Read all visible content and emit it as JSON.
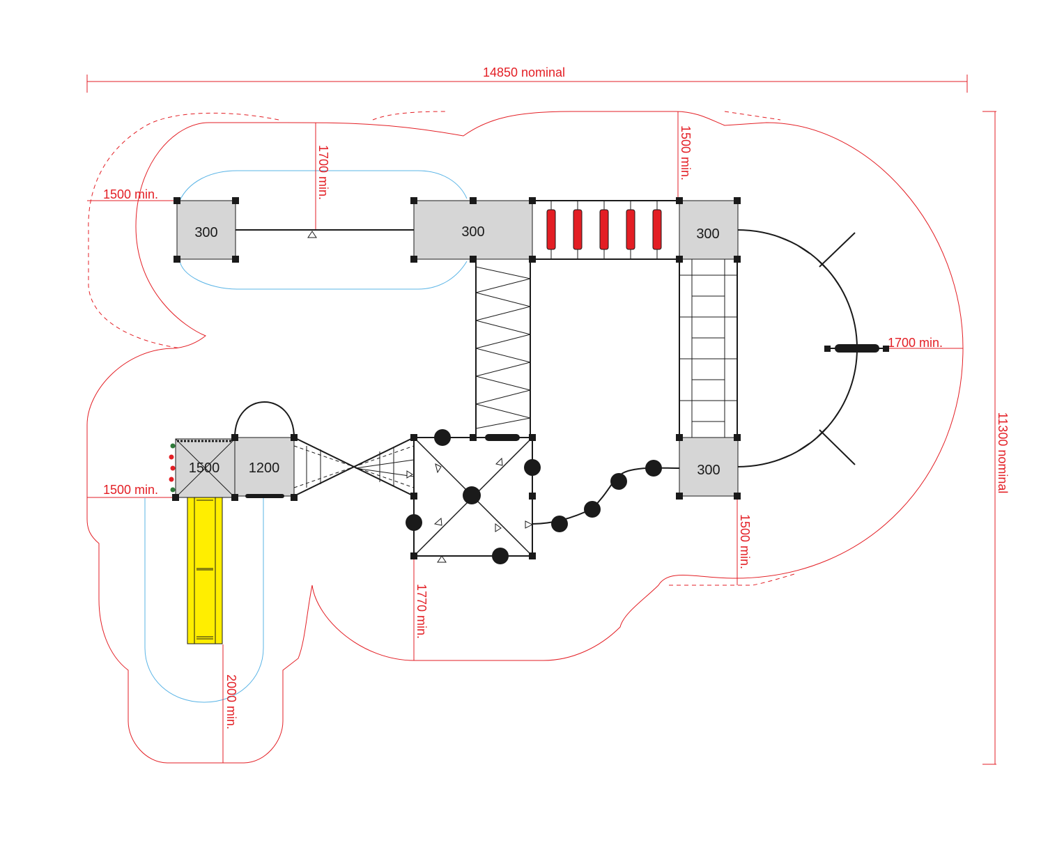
{
  "colors": {
    "safety_zone": "#e31e24",
    "slide_zone": "#5ab4e6",
    "platform_fill": "#d6d6d6",
    "structure": "#1a1a1a",
    "slide": "#ffee00",
    "rungs": "#e31e24"
  },
  "dimensions": {
    "overall_width": "14850 nominal",
    "overall_height": "11300 nominal",
    "top_left_clearance": "1700 min.",
    "left_upper_clearance": "1500 min.",
    "left_lower_clearance": "1500 min.",
    "top_right_clearance": "1500 min.",
    "right_clearance": "1700 min.",
    "bottom_right_clearance": "1500 min.",
    "bottom_center_clearance": "1770 min.",
    "slide_exit_clearance": "2000 min."
  },
  "platforms": {
    "top_left": "300",
    "top_center": "300",
    "top_right": "300",
    "lower_right": "300",
    "slide_deck": "1500",
    "tunnel_deck": "1200"
  },
  "icons": {
    "footing": "square-post-icon",
    "stepping_pod": "round-pod-icon",
    "handhold": "triangle-handhold-icon",
    "rung": "monkey-bar-rung-icon"
  }
}
